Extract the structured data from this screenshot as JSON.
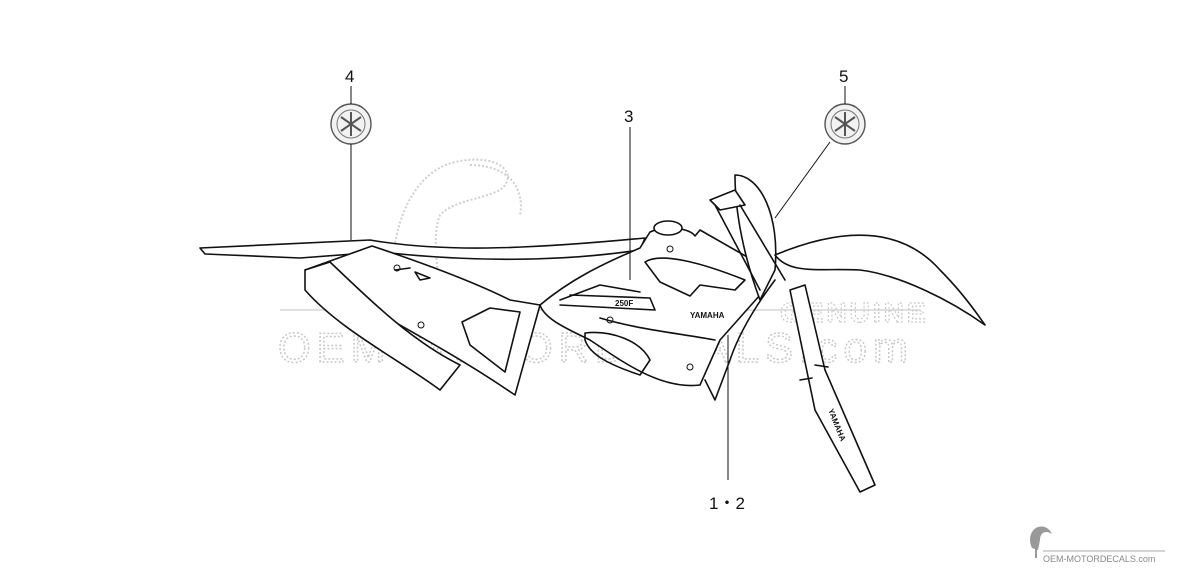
{
  "diagram": {
    "callouts": [
      {
        "id": "callout-4",
        "label": "4"
      },
      {
        "id": "callout-5",
        "label": "5"
      },
      {
        "id": "callout-3",
        "label": "3"
      },
      {
        "id": "callout-1-2",
        "label": "1・2"
      }
    ],
    "emblem_icon": "yamaha-tuning-fork-emblem",
    "decal_text": "YAMAHA",
    "decal_model": "250F"
  },
  "watermark": {
    "main": "OEM MOTORDECALS.com",
    "genuine": "GENUINE"
  },
  "footer_logo": {
    "text": "OEM-MOTORDECALS.com",
    "icon": "toucan-logo"
  }
}
